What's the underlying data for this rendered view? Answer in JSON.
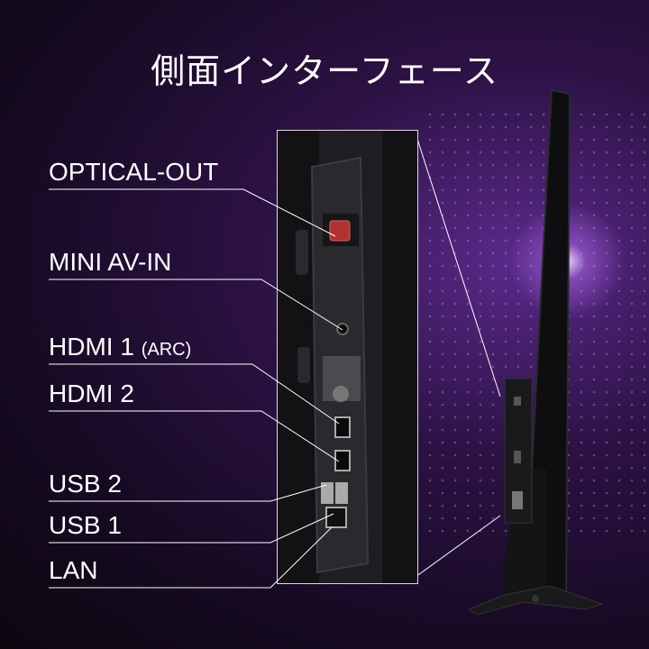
{
  "title": "側面インターフェース",
  "ports": [
    {
      "label": "OPTICAL-OUT"
    },
    {
      "label": "MINI AV-IN"
    },
    {
      "label": "HDMI 1",
      "suffix": "(ARC)"
    },
    {
      "label": "HDMI 2"
    },
    {
      "label": "USB 2"
    },
    {
      "label": "USB 1"
    },
    {
      "label": "LAN"
    }
  ],
  "colors": {
    "background": "#160a22",
    "accent": "#8a3fd1",
    "text": "#ffffff"
  },
  "icons": [
    "optical-port-icon",
    "mini-av-port-icon",
    "hdmi-port-icon",
    "usb-port-icon",
    "lan-port-icon",
    "tv-side-illustration"
  ]
}
